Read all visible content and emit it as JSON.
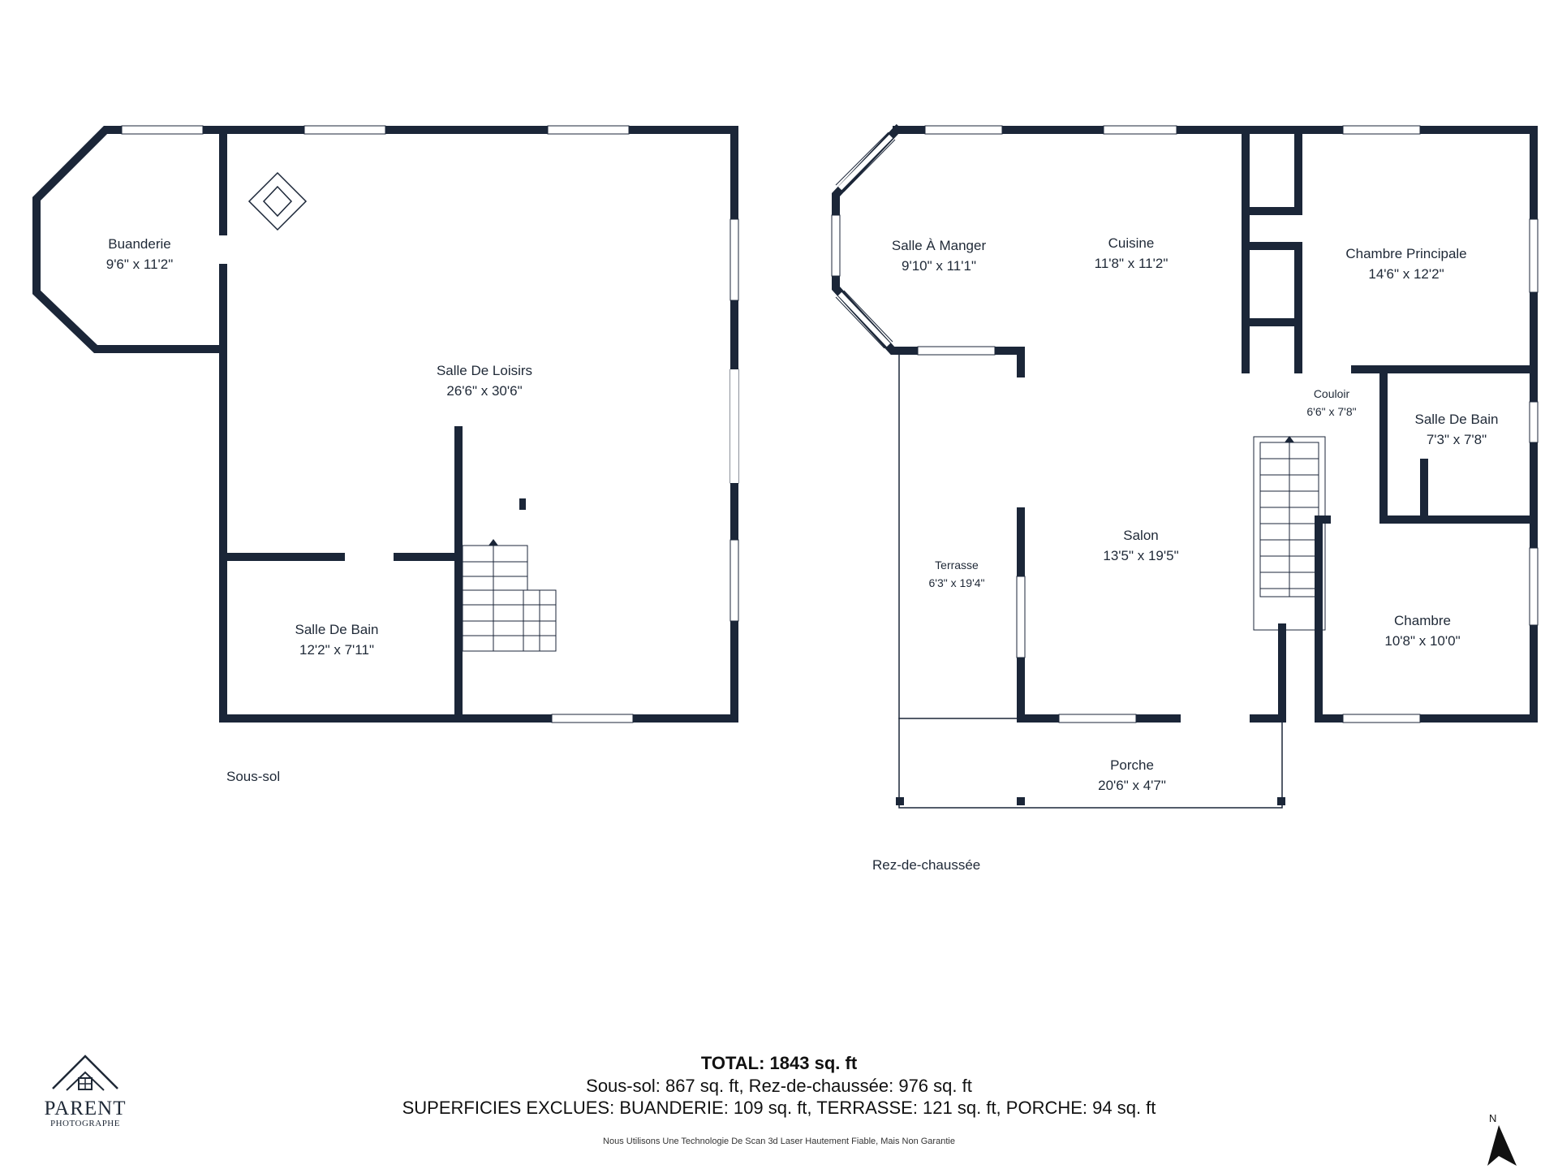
{
  "floors": [
    {
      "name": "Sous-sol",
      "rooms": [
        {
          "name": "Buanderie",
          "dims": "9'6\" x 11'2\""
        },
        {
          "name": "Salle De Loisirs",
          "dims": "26'6\" x 30'6\""
        },
        {
          "name": "Salle De Bain",
          "dims": "12'2\" x 7'11\""
        }
      ]
    },
    {
      "name": "Rez-de-chaussée",
      "rooms": [
        {
          "name": "Salle À Manger",
          "dims": "9'10\" x 11'1\""
        },
        {
          "name": "Cuisine",
          "dims": "11'8\" x 11'2\""
        },
        {
          "name": "Chambre Principale",
          "dims": "14'6\" x 12'2\""
        },
        {
          "name": "Couloir",
          "dims": "6'6\" x 7'8\""
        },
        {
          "name": "Salle De Bain",
          "dims": "7'3\" x 7'8\""
        },
        {
          "name": "Terrasse",
          "dims": "6'3\" x 19'4\""
        },
        {
          "name": "Salon",
          "dims": "13'5\" x 19'5\""
        },
        {
          "name": "Chambre",
          "dims": "10'8\" x 10'0\""
        },
        {
          "name": "Porche",
          "dims": "20'6\" x 4'7\""
        }
      ]
    }
  ],
  "summary": {
    "total": "TOTAL: 1843 sq. ft",
    "line1": "Sous-sol: 867 sq. ft, Rez-de-chaussée: 976 sq. ft",
    "line2": "SUPERFICIES EXCLUES: BUANDERIE: 109 sq. ft, TERRASSE: 121 sq. ft, PORCHE: 94 sq. ft",
    "disclaimer": "Nous Utilisons Une Technologie De Scan 3d Laser Hautement Fiable, Mais Non Garantie"
  },
  "logo": {
    "name": "PARENT",
    "sub": "PHOTOGRAPHE"
  },
  "compass": {
    "label": "N"
  },
  "colors": {
    "wall": "#1b2638",
    "text": "#1f2937",
    "background": "#ffffff"
  }
}
